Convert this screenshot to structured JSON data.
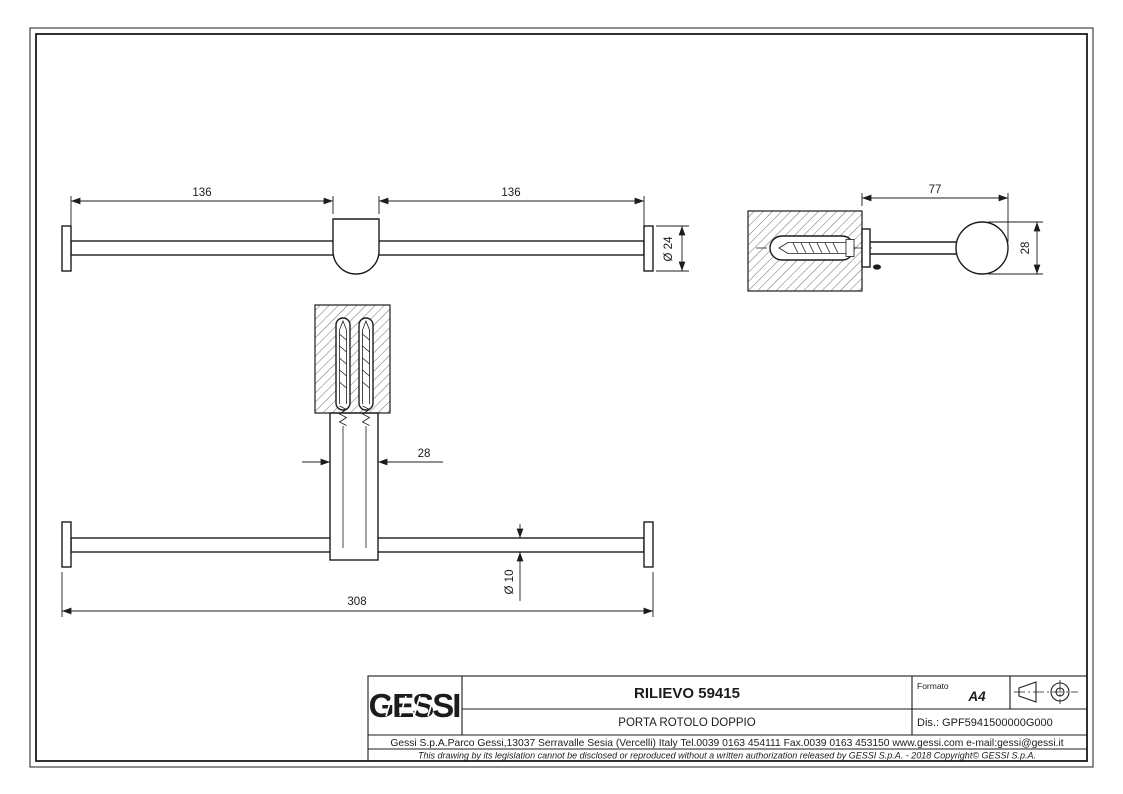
{
  "colors": {
    "background": "#ffffff",
    "line": "#1c1c1c",
    "hatch": "#4a4a4a"
  },
  "views": {
    "front": {
      "dim_left": "136",
      "dim_right": "136",
      "dim_cap_diameter": "Ø 24"
    },
    "side": {
      "dim_length": "77",
      "dim_cap": "28"
    },
    "top": {
      "dim_stem": "28"
    },
    "bottom": {
      "dim_total": "308",
      "dim_bar": "Ø 10"
    }
  },
  "title_block": {
    "brand": "GESSI",
    "title": "RILIEVO 59415",
    "subtitle": "PORTA ROTOLO DOPPIO",
    "formato_label": "Formato",
    "formato_value": "A4",
    "drawing_number": "Dis.: GPF5941500000G000",
    "address": "Gessi S.p.A.Parco Gessi,13037 Serravalle Sesia (Vercelli) Italy Tel.0039 0163 454111 Fax.0039 0163 453150 www.gessi.com e-mail:gessi@gessi.it",
    "disclaimer": "This drawing by its legislation cannot be disclosed or reproduced without a written authorization released by GESSI S.p.A. - 2018 Copyright© GESSI S.p.A."
  }
}
